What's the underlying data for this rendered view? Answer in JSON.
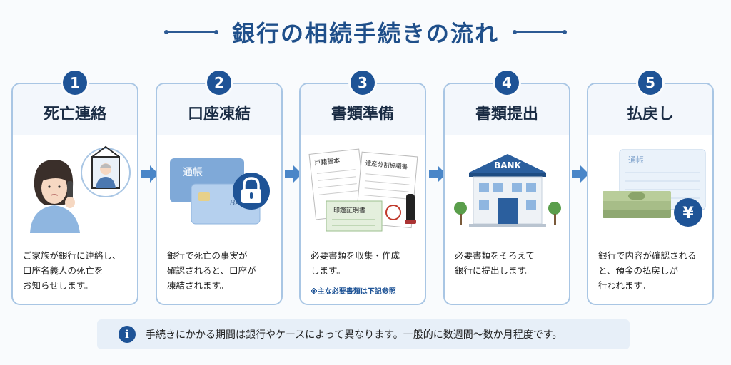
{
  "title": "銀行の相続手続きの流れ",
  "steps": [
    {
      "number": "1",
      "title": "死亡連絡",
      "desc": [
        "ご家族が銀行に連絡し、",
        "口座名義人の死亡を",
        "お知らせします。"
      ]
    },
    {
      "number": "2",
      "title": "口座凍結",
      "desc": [
        "銀行で死亡の事実が",
        "確認されると、口座が",
        "凍結されます。"
      ]
    },
    {
      "number": "3",
      "title": "書類準備",
      "desc": [
        "必要書類を収集・作成",
        "します。"
      ],
      "note": "※主な必要書類は下記参照"
    },
    {
      "number": "4",
      "title": "書類提出",
      "desc": [
        "必要書類をそろえて",
        "銀行に提出します。"
      ]
    },
    {
      "number": "5",
      "title": "払戻し",
      "desc": [
        "銀行で内容が確認される",
        "と、預金の払戻しが",
        "行われます。"
      ]
    }
  ],
  "illustrations": {
    "step2": {
      "passbook_label": "通帳",
      "card_label": "BANK"
    },
    "step3": {
      "doc1": "戸籍謄本",
      "doc2": "遺産分割協議書",
      "doc3": "印鑑証明書"
    },
    "step4": {
      "sign": "BANK"
    },
    "step5": {
      "passbook_label": "通帳",
      "yen": "¥"
    }
  },
  "info": {
    "icon": "i",
    "text": "手続きにかかる期間は銀行やケースによって異なります。一般的に数週間〜数か月程度です。"
  },
  "colors": {
    "primary": "#1e5396",
    "border": "#a9c6e4",
    "arrow": "#4a86c8"
  }
}
